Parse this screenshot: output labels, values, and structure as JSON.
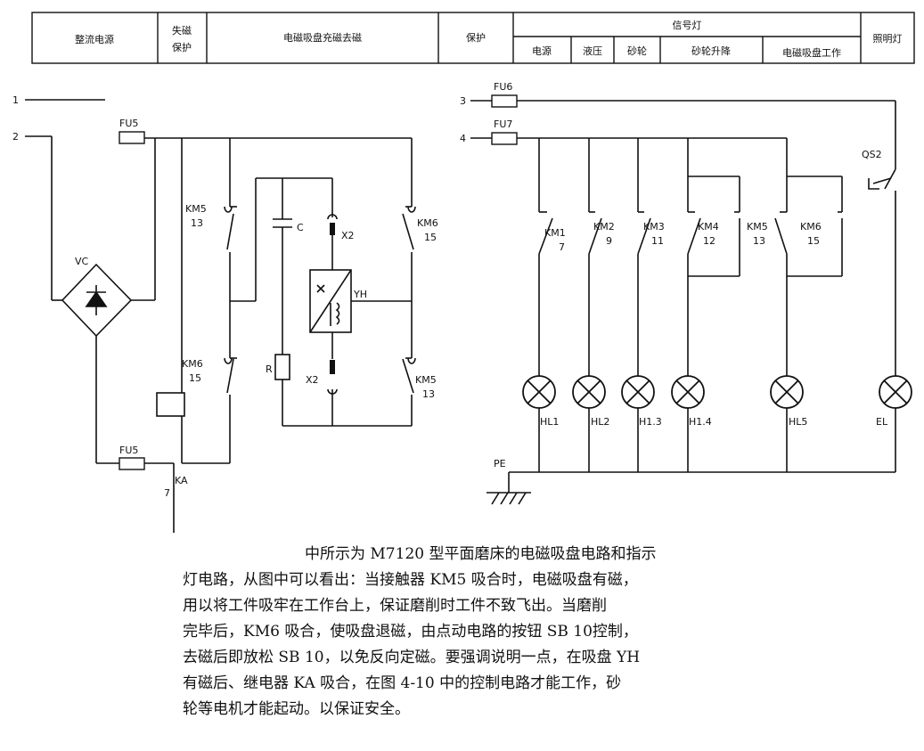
{
  "header": {
    "dc_power": "整流电源",
    "loss_protect_1": "失磁",
    "loss_protect_2": "保护",
    "chuck_charge": "电磁吸盘充磁去磁",
    "protect": "保护",
    "signal_lamp": "信号灯",
    "power": "电源",
    "hydraulic": "液压",
    "wheel": "砂轮",
    "wheel_lift": "砂轮升降",
    "chuck_work": "电磁吸盘工作",
    "lighting": "照明灯"
  },
  "left": {
    "term1": "1",
    "term2": "2",
    "fu5_top": "FU5",
    "fu5_bottom": "FU5",
    "vc": "VC",
    "km5a": "KM5",
    "km5a_n": "13",
    "km6a": "KM6",
    "km6a_n": "15",
    "km6b": "KM6",
    "km6b_n": "15",
    "km5b": "KM5",
    "km5b_n": "13",
    "cap": "C",
    "x2_top": "X2",
    "x2_bot": "X2",
    "yh": "YH",
    "r": "R",
    "ka": "KA",
    "ka_n": "7"
  },
  "right": {
    "term3": "3",
    "term4": "4",
    "fu6": "FU6",
    "fu7": "FU7",
    "qs2": "QS2",
    "contacts": [
      {
        "name": "KM1",
        "num": "7"
      },
      {
        "name": "KM2",
        "num": "9"
      },
      {
        "name": "KM3",
        "num": "11"
      },
      {
        "name": "KM4",
        "num": "12"
      },
      {
        "name": "KM5",
        "num": "13"
      },
      {
        "name": "KM6",
        "num": "15"
      }
    ],
    "lamps": [
      "HL1",
      "HL2",
      "H1.3",
      "H1.4",
      "HL5",
      "EL"
    ],
    "pe": "PE"
  },
  "text": {
    "line1": "中所示为 M7120 型平面磨床的电磁吸盘电路和指示",
    "line2": "灯电路，从图中可以看出：当接触器 KM5 吸合时，电磁吸盘有磁，",
    "line3": "用以将工件吸牢在工作台上，保证磨削时工件不致飞出。当磨削",
    "line4": "完毕后，KM6 吸合，使吸盘退磁，由点动电路的按钮 SB 10控制，",
    "line5": "去磁后即放松 SB 10，以免反向定磁。要强调说明一点，在吸盘 YH",
    "line6": "有磁后、继电器 KA 吸合，在图 4-10 中的控制电路才能工作，砂",
    "line7": "轮等电机才能起动。以保证安全。"
  }
}
